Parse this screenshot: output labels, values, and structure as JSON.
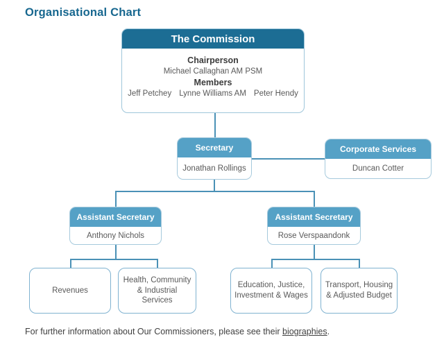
{
  "title": "Organisational Chart",
  "colors": {
    "primary_dark": "#1c6d94",
    "primary_light": "#55a1c6",
    "connector": "#4a91b6",
    "leaf_border": "#7fb2d0",
    "body_text": "#595959",
    "title_text": "#17678f"
  },
  "chart": {
    "commission": {
      "header": "The Commission",
      "chairperson_label": "Chairperson",
      "chairperson_name": "Michael Callaghan AM PSM",
      "members_label": "Members",
      "members": [
        "Jeff Petchey",
        "Lynne Williams AM",
        "Peter Hendy"
      ]
    },
    "secretary": {
      "title": "Secretary",
      "name": "Jonathan Rollings"
    },
    "corporate_services": {
      "title": "Corporate Services",
      "name": "Duncan Cotter"
    },
    "assistant_secretaries": [
      {
        "title": "Assistant Secretary",
        "name": "Anthony Nichols"
      },
      {
        "title": "Assistant Secretary",
        "name": "Rose Verspaandonk"
      }
    ],
    "branches": [
      "Revenues",
      "Health, Community & Industrial Services",
      "Education, Justice, Investment & Wages",
      "Transport, Housing & Adjusted Budget"
    ]
  },
  "footer": {
    "text_before_link": "For further information about Our Commissioners, please see their ",
    "link_text": "biographies",
    "text_after_link": "."
  }
}
